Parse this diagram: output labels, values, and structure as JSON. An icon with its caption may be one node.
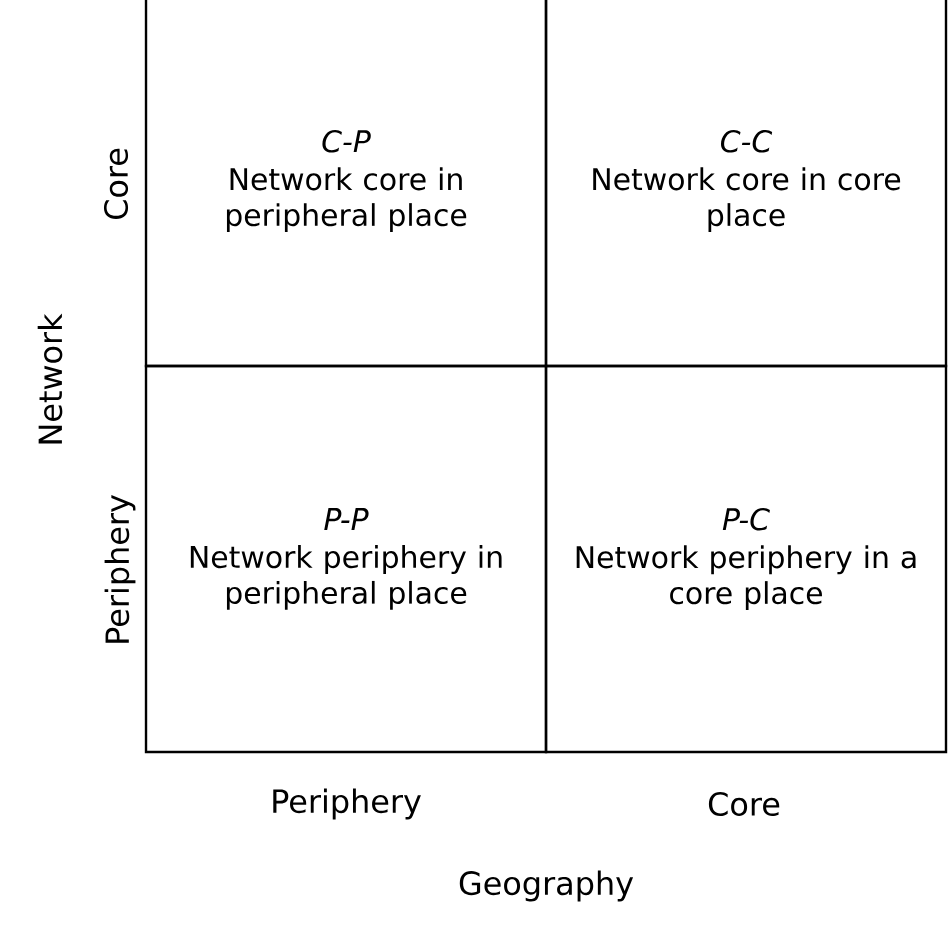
{
  "diagram": {
    "nodes": [
      {
        "text": [
          "C-P",
          "Network core in peripheral place"
        ]
      },
      {
        "text": [
          "C-C",
          "Network core in core place"
        ]
      },
      {
        "text": [
          "P-P",
          "Network periphery in peripheral place"
        ]
      },
      {
        "text": [
          "P-C",
          "Network periphery in a core place"
        ]
      }
    ],
    "labels": [
      "Core",
      "Network",
      "Periphery",
      "Periphery",
      "Core",
      "Geography"
    ]
  }
}
